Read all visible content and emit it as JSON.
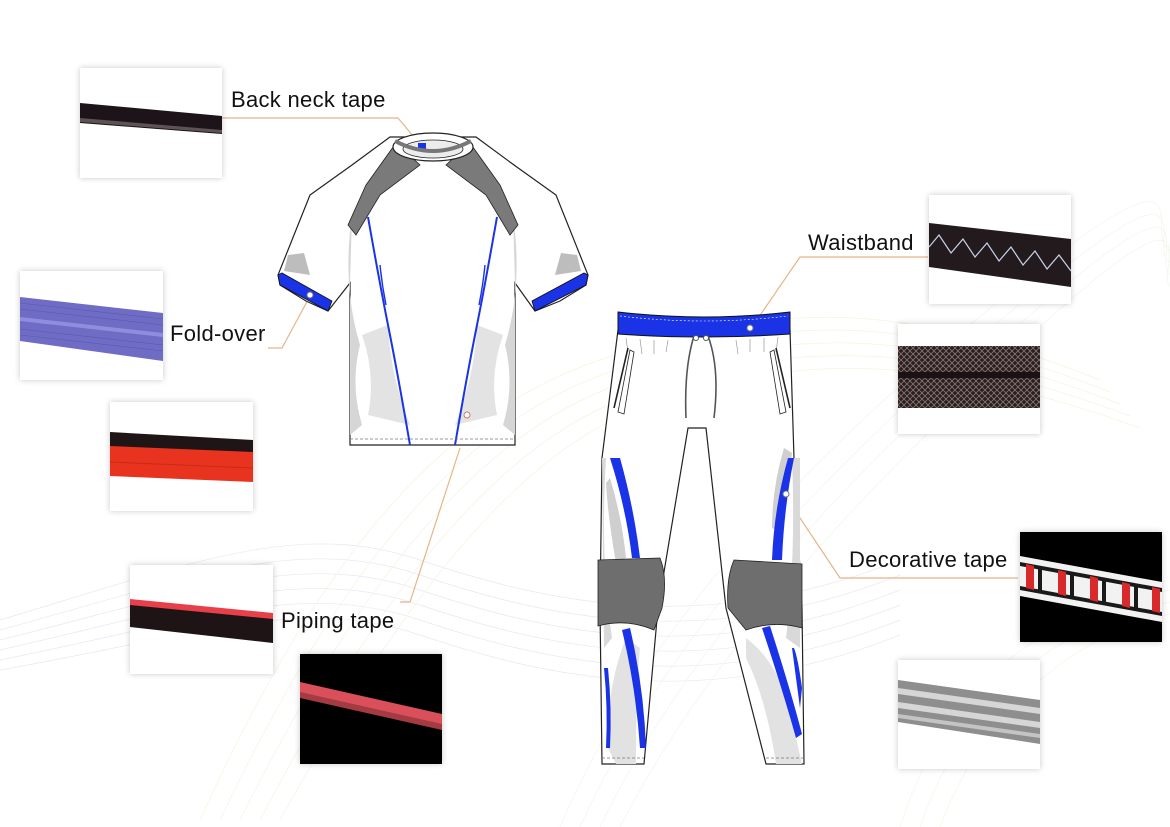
{
  "callouts": {
    "back_neck_tape": "Back neck tape",
    "fold_over": "Fold-over",
    "piping_tape": "Piping tape",
    "waistband": "Waistband",
    "decorative_tape": "Decorative tape"
  },
  "colors": {
    "leader_line": "#e8b487",
    "garment_blue": "#1a33e6",
    "garment_grey": "#6e6e6e",
    "light_grey": "#d9d9d9",
    "swatch_red": "#e8341f",
    "swatch_purple": "#6e6cc4"
  },
  "images": {
    "tshirt": "t-shirt technical flat sketch",
    "pants": "jogger pants technical flat sketch",
    "swatches": [
      "back-neck-tape-swatch",
      "fold-over-swatch",
      "red-tape-swatch",
      "piping-tape-swatch",
      "piping-tape-closeup-swatch",
      "waistband-swatch",
      "mesh-tape-swatch",
      "decorative-tape-swatch",
      "grey-stripe-tape-swatch"
    ]
  }
}
